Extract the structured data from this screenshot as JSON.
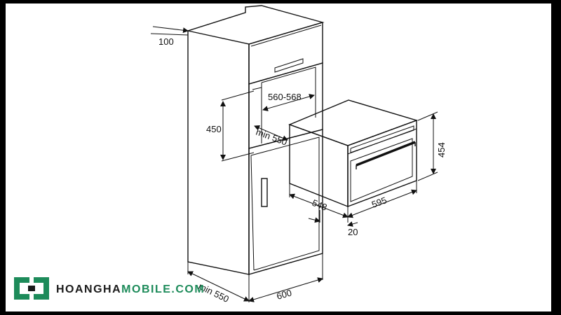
{
  "diagram": {
    "labels": {
      "top_clearance": "100",
      "cabinet_depth": "min 550",
      "cabinet_width": "600",
      "niche_height": "450",
      "niche_width": "560-568",
      "niche_depth": "min 550",
      "oven_depth": "548",
      "oven_width": "595",
      "oven_height": "454",
      "front_offset": "20"
    }
  },
  "logo": {
    "text_dark": "HOANGHA",
    "text_accent": "MOBILE.COM",
    "colors": {
      "dark": "#1a1a1a",
      "accent": "#1d8b5a"
    }
  }
}
